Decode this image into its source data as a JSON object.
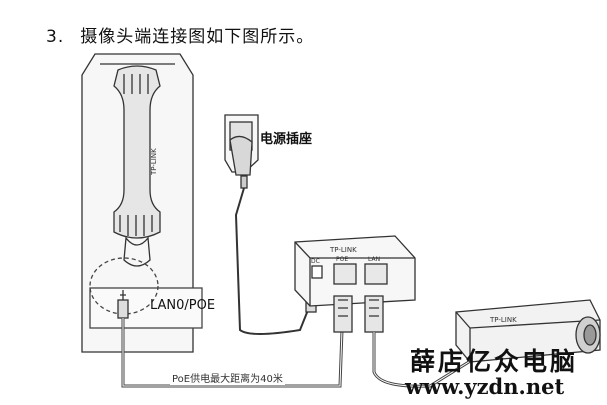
{
  "step": {
    "number": "3.",
    "text": "摄像头端连接图如下图所示。"
  },
  "labels": {
    "power_socket": "电源插座",
    "port": "LAN0/POE",
    "distance": "PoE供电最大距离为40米"
  },
  "device_text": {
    "ap_brand": "TP-LINK",
    "injector_brand": "TP-LINK",
    "injector_ports": [
      "DC",
      "POE",
      "LAN"
    ],
    "camera_brand": "TP-LINK"
  },
  "watermark": {
    "text": "薛店亿众电脑",
    "url": "www.yzdn.net"
  },
  "colors": {
    "line": "#333333",
    "device_fill": "#f7f7f7",
    "shade": "#dcdcdc"
  }
}
